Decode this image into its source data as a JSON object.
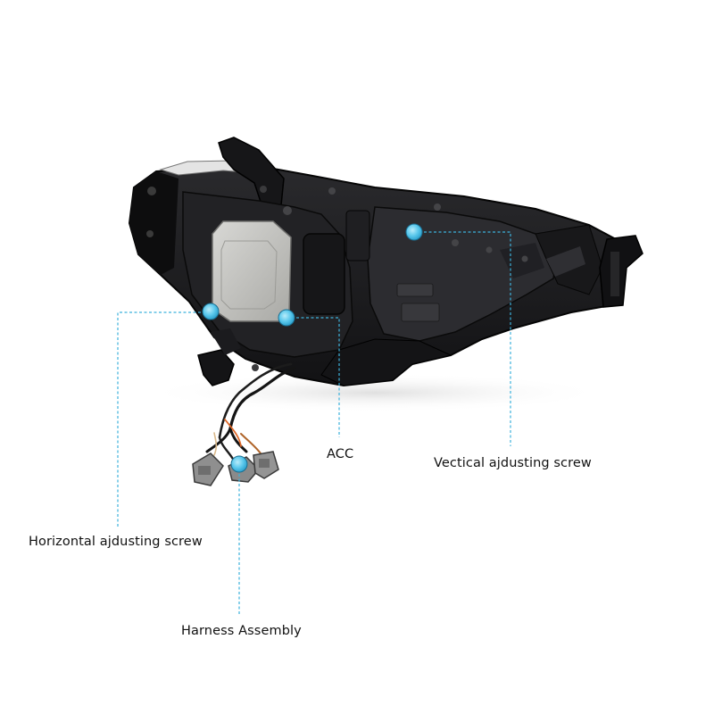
{
  "labels": {
    "acc": "ACC",
    "vertical_screw": "Vectical ajdusting screw",
    "horizontal_screw": "Horizontal ajdusting screw",
    "harness": "Harness Assembly"
  },
  "colors": {
    "marker": "#5bc8ec",
    "leader_line": "#3cb2dc",
    "housing": "#1c1c1e",
    "housing_dark": "#0c0c0d",
    "plate": "#c9c9c6",
    "wire": "#141414"
  },
  "icons": {
    "marker": "callout-dot-icon"
  }
}
